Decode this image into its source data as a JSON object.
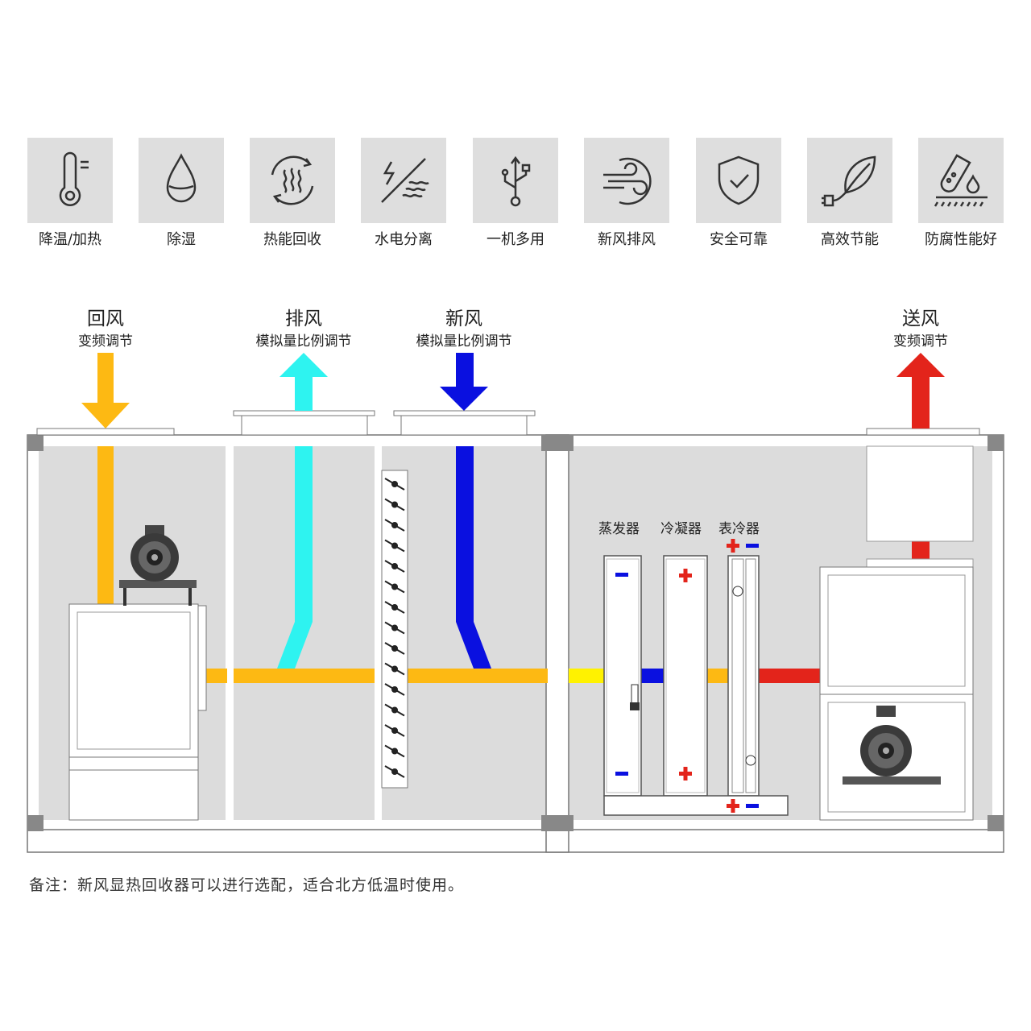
{
  "features": [
    {
      "label": "降温/加热",
      "icon": "thermometer-icon"
    },
    {
      "label": "除湿",
      "icon": "water-drop-icon"
    },
    {
      "label": "热能回收",
      "icon": "heat-recycle-icon"
    },
    {
      "label": "水电分离",
      "icon": "water-electric-separation-icon"
    },
    {
      "label": "一机多用",
      "icon": "usb-icon"
    },
    {
      "label": "新风排风",
      "icon": "wind-icon"
    },
    {
      "label": "安全可靠",
      "icon": "shield-check-icon"
    },
    {
      "label": "高效节能",
      "icon": "leaf-plug-icon"
    },
    {
      "label": "防腐性能好",
      "icon": "corrosion-flask-icon"
    }
  ],
  "flows": {
    "return_air": {
      "title": "回风",
      "sub": "变频调节",
      "color": "#fdb913"
    },
    "exhaust_air": {
      "title": "排风",
      "sub": "模拟量比例调节",
      "color": "#2ef3f0"
    },
    "fresh_air": {
      "title": "新风",
      "sub": "模拟量比例调节",
      "color": "#0a10e0"
    },
    "supply_air": {
      "title": "送风",
      "sub": "变频调节",
      "color": "#e3241b"
    }
  },
  "components": {
    "evaporator": "蒸发器",
    "condenser": "冷凝器",
    "surface_cooler": "表冷器"
  },
  "colors": {
    "panel": "#dcdcdc",
    "frame": "#8a8a8a",
    "yellow": "#fff200",
    "plus_red": "#e3241b",
    "minus_blue": "#0a10e0"
  },
  "note": "备注：新风显热回收器可以进行选配，适合北方低温时使用。"
}
